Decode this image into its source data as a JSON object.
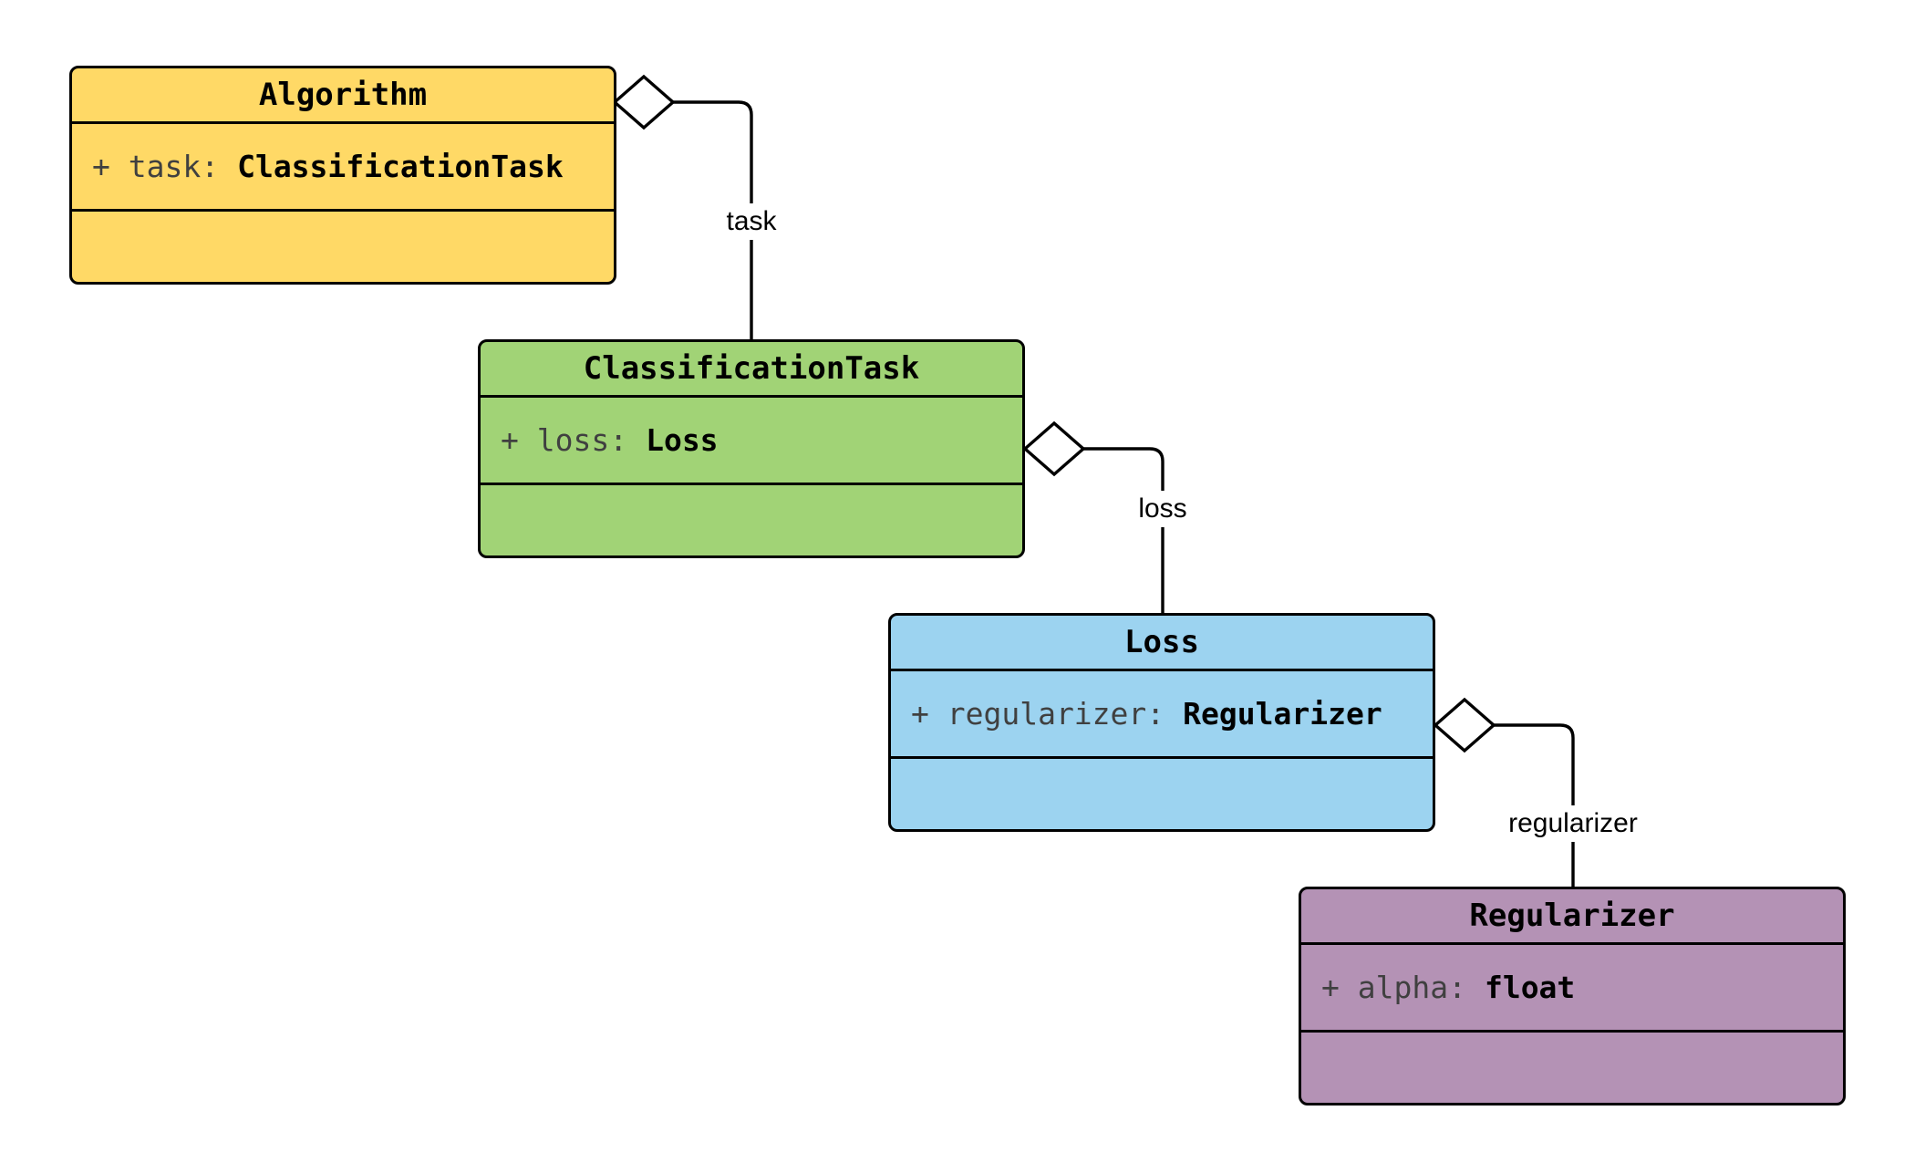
{
  "diagram": {
    "type": "uml-class-diagram",
    "classes": [
      {
        "name": "Algorithm",
        "fill": "#FFD966",
        "attributes": [
          {
            "label": "+ task:",
            "type": "ClassificationTask"
          }
        ]
      },
      {
        "name": "ClassificationTask",
        "fill": "#A1D376",
        "attributes": [
          {
            "label": "+ loss:",
            "type": "Loss"
          }
        ]
      },
      {
        "name": "Loss",
        "fill": "#9CD3F0",
        "attributes": [
          {
            "label": "+ regularizer:",
            "type": "Regularizer"
          }
        ]
      },
      {
        "name": "Regularizer",
        "fill": "#B492B5",
        "attributes": [
          {
            "label": "+ alpha:",
            "type": "float"
          }
        ]
      }
    ],
    "relations": [
      {
        "from": "Algorithm",
        "to": "ClassificationTask",
        "label": "task",
        "kind": "aggregation"
      },
      {
        "from": "ClassificationTask",
        "to": "Loss",
        "label": "loss",
        "kind": "aggregation"
      },
      {
        "from": "Loss",
        "to": "Regularizer",
        "label": "regularizer",
        "kind": "aggregation"
      }
    ],
    "colors": {
      "background": "#FFFFFF",
      "border": "#000000",
      "line": "#000000",
      "attribute_name": "#404040",
      "attribute_type": "#000000",
      "diamond_fill": "#FFFFFF"
    }
  }
}
